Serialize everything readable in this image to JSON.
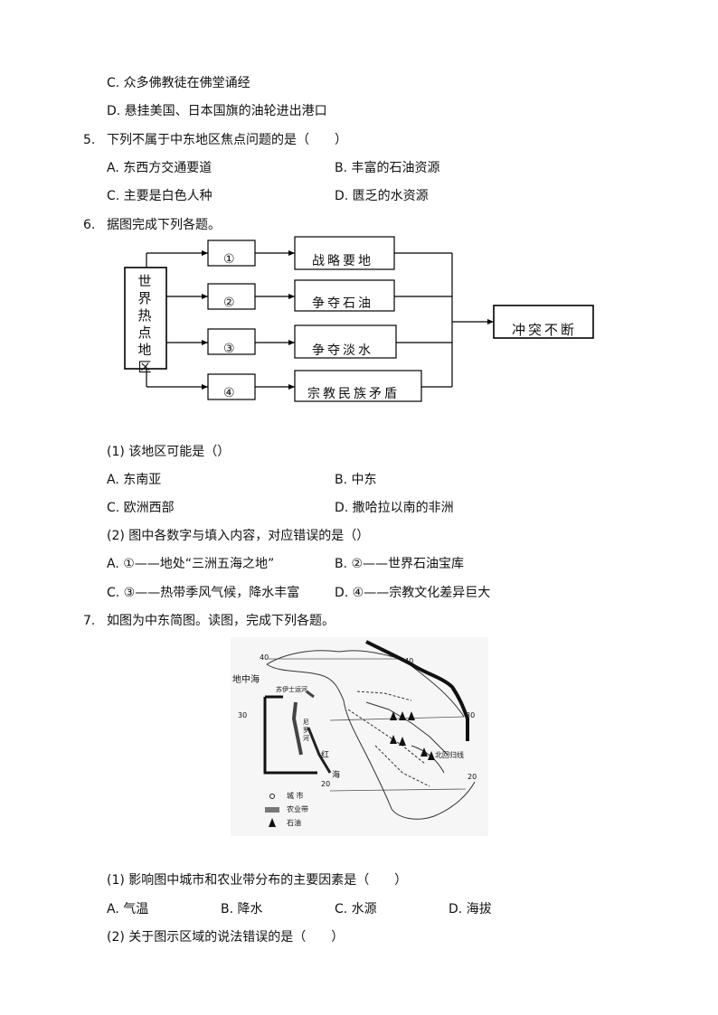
{
  "q4": {
    "option_c": "C. 众多佛教徒在佛堂诵经",
    "option_d": "D. 悬挂美国、日本国旗的油轮进出港口"
  },
  "q5": {
    "number": "5.",
    "stem": "下列不属于中东地区焦点问题的是（　　）",
    "options": [
      "A. 东西方交通要道",
      "B. 丰富的石油资源",
      "C. 主要是白色人种",
      "D. 匮乏的水资源"
    ]
  },
  "q6": {
    "number": "6.",
    "stem": "据图完成下列各题。",
    "diagram": {
      "left_box": "世界热点地区",
      "numbers": [
        "①",
        "②",
        "③",
        "④"
      ],
      "items": [
        "战略要地",
        "争夺石油",
        "争夺淡水",
        "宗教民族矛盾"
      ],
      "result": "冲突不断"
    },
    "sub1": {
      "stem": "(1) 该地区可能是（）",
      "options": [
        "A. 东南亚",
        "B. 中东",
        "C. 欧洲西部",
        "D. 撒哈拉以南的非洲"
      ]
    },
    "sub2": {
      "stem": "(2) 图中各数字与填入内容，对应错误的是（）",
      "options": [
        "A. ①——地处“三洲五海之地”",
        "B. ②——世界石油宝库",
        "C. ③——热带季风气候，降水丰富",
        "D. ④——宗教文化差异巨大"
      ]
    }
  },
  "q7": {
    "number": "7.",
    "stem": "如图为中东简图。读图，完成下列各题。",
    "map": {
      "label_sea": "地中海",
      "label_canal": "苏伊士运河",
      "label_river": "尼罗河",
      "label_redsea": "红",
      "label_sea2": "海",
      "label_tropic": "北回归线",
      "lat_40_left": "40",
      "lat_40_right": "40",
      "lat_30_left": "30",
      "lat_30_right": "30",
      "lat_20_left": "20",
      "lat_20_right": "20",
      "legend": [
        "城 市",
        "农业带",
        "石油"
      ]
    },
    "sub1": {
      "stem": "(1) 影响图中城市和农业带分布的主要因素是（　　）",
      "options": [
        "A. 气温",
        "B. 降水",
        "C. 水源",
        "D. 海拔"
      ]
    },
    "sub2": {
      "stem": "(2) 关于图示区域的说法错误的是（　　）"
    }
  }
}
